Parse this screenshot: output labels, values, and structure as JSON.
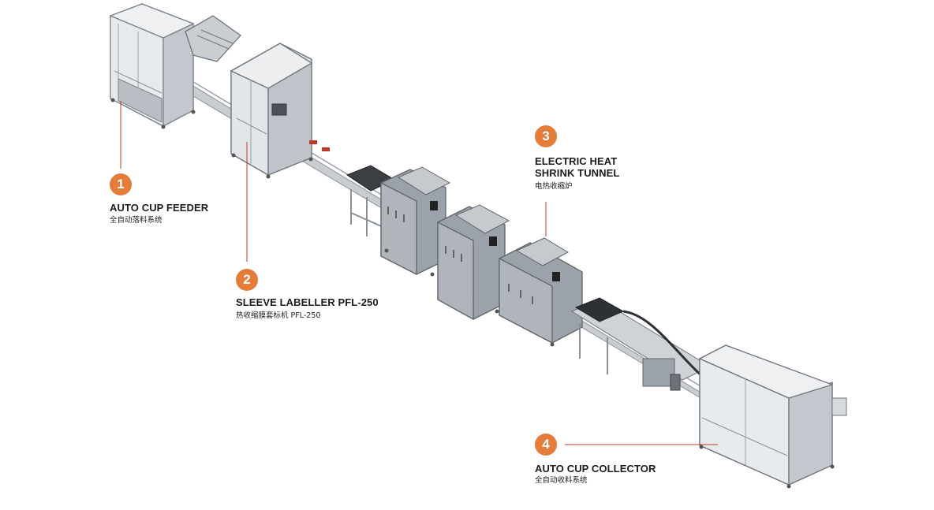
{
  "colors": {
    "accent": "#e57d3a",
    "leader": "#c0392b",
    "machine_light": "#d6d9de",
    "machine_mid": "#a9aeb5",
    "machine_dark": "#7c8289"
  },
  "stations": [
    {
      "number": "1",
      "title": "AUTO CUP FEEDER",
      "subtitle": "全自动落料系统"
    },
    {
      "number": "2",
      "title": "SLEEVE LABELLER PFL-250",
      "subtitle": "热收缩膜套标机 PFL-250"
    },
    {
      "number": "3",
      "title_line1": "ELECTRIC HEAT",
      "title_line2": "SHRINK TUNNEL",
      "subtitle": "电热收缩炉"
    },
    {
      "number": "4",
      "title": "AUTO CUP COLLECTOR",
      "subtitle": "全自动收料系统"
    }
  ]
}
